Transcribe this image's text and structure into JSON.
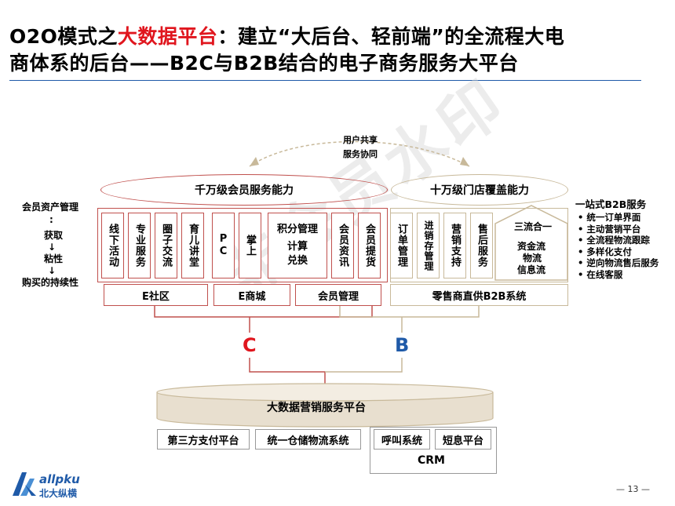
{
  "title": {
    "line1_prefix": "O2O模式之",
    "line1_highlight": "大数据平台",
    "line1_suffix": "：建立“大后台、轻前端”的全流程大电",
    "line2": "商体系的后台——B2C与B2B结合的电子商务服务大平台"
  },
  "watermark": "非会员水印",
  "top_arc": {
    "line1": "用户共享",
    "line2": "服务协同"
  },
  "ellipses": {
    "left": "千万级会员服务能力",
    "right": "十万级门店覆盖能力"
  },
  "left_notes": {
    "heading": "会员资产管理",
    "colon": ":",
    "acquire": "获取",
    "arrow1": "↓",
    "stick": "粘性",
    "arrow2": "↓",
    "sustain": "购买的持续性"
  },
  "columns_c": [
    {
      "label": "线下活动"
    },
    {
      "label": "专业服务"
    },
    {
      "label": "圈子交流"
    },
    {
      "label": "育儿讲堂"
    },
    {
      "label": "PC"
    },
    {
      "label": "掌上"
    },
    {
      "label": "会员资讯"
    },
    {
      "label": "会员提货"
    }
  ],
  "points_box": {
    "title": "积分管理",
    "line1": "计算",
    "line2": "兑换"
  },
  "columns_b": [
    {
      "label": "订单管理"
    },
    {
      "label": "进销存管理"
    },
    {
      "label": "营销支持"
    },
    {
      "label": "售后服务"
    }
  ],
  "three_flows": {
    "title": "三流合一",
    "l1": "资金流",
    "l2": "物流",
    "l3": "信息流"
  },
  "base_labels": {
    "community": "E社区",
    "mall": "E商城",
    "member": "会员管理",
    "retail": "零售商直供B2B系统"
  },
  "letters": {
    "c": "C",
    "b": "B"
  },
  "colors": {
    "red": "#e0161e",
    "blue": "#1f5aa8",
    "border_red": "#c0504d",
    "border_tan": "#c8b99a"
  },
  "platform": "大数据营销服务平台",
  "bottom": {
    "third_party_pay": "第三方支付平台",
    "warehouse": "统一仓储物流系统",
    "call": "呼叫系统",
    "sms": "短息平台",
    "crm": "CRM"
  },
  "right_list": {
    "heading": "一站式B2B服务",
    "items": [
      "统一订单界面",
      "主动营销平台",
      "全流程物流跟踪",
      "多样化支付",
      "逆向物流售后服务",
      "在线客服"
    ]
  },
  "logo": {
    "en": "allpku",
    "cn": "北大纵横"
  },
  "page_number": "— 13 —"
}
